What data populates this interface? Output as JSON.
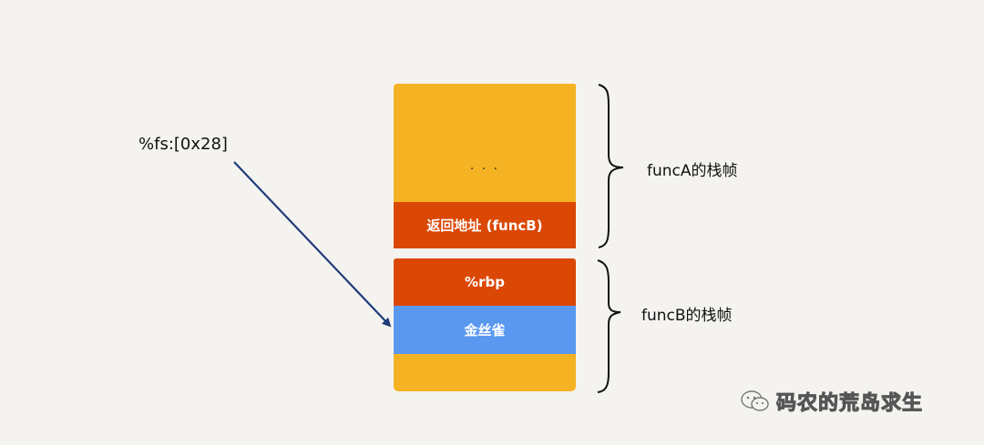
{
  "pointer_label": "%fs:[0x28]",
  "stack": {
    "frame_a_ellipsis": ". . .",
    "return_address": "返回地址 (funcB)",
    "rbp": "%rbp",
    "canary": "金丝雀"
  },
  "frames": {
    "func_a": "funcA的栈帧",
    "func_b": "funcB的栈帧"
  },
  "watermark": "码农的荒岛求生",
  "colors": {
    "background": "#f5f3f0",
    "frame_fill": "#f5b324",
    "return_rbp_fill": "#db4705",
    "canary_fill": "#5a98f0",
    "arrow": "#1f3d7a"
  }
}
